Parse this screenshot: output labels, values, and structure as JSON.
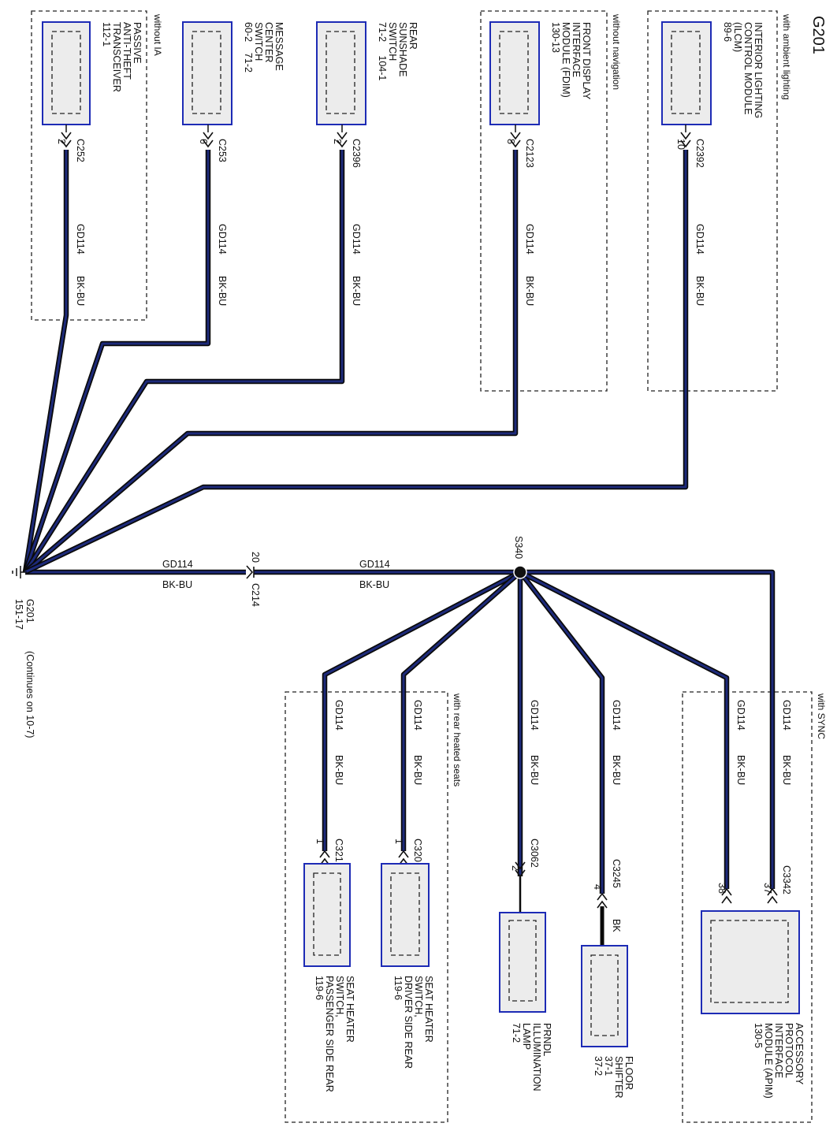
{
  "page_title": "G201",
  "colors": {
    "wire_core": "#1d2a7a",
    "wire_jacket": "#0a0a0a",
    "component_border": "#1d2bb5",
    "component_fill": "#ececec"
  },
  "ground": {
    "id": "G201",
    "ref": "151-17",
    "continues": "(Continues on 10-7)"
  },
  "splice": {
    "id": "S340"
  },
  "main_connector": {
    "id": "C214",
    "pin": "20"
  },
  "main_wire": {
    "left": {
      "circuit": "GD114",
      "color": "BK-BU"
    },
    "right": {
      "circuit": "GD114",
      "color": "BK-BU"
    }
  },
  "top_components": [
    {
      "name_lines": [
        "PASSIVE",
        "ANTI-THEFT",
        "TRANSCEIVER",
        "112-1"
      ],
      "connector": "C252",
      "pin": "2",
      "circuit": "GD114",
      "color": "BK-BU",
      "option": "without IA"
    },
    {
      "name_lines": [
        "MESSAGE",
        "CENTER",
        "SWITCH",
        "60-2    71-2"
      ],
      "connector": "C253",
      "pin": "6",
      "circuit": "GD114",
      "color": "BK-BU",
      "option": ""
    },
    {
      "name_lines": [
        "REAR",
        "SUNSHADE",
        "SWITCH",
        "71-2     104-1"
      ],
      "connector": "C2396",
      "pin": "2",
      "circuit": "GD114",
      "color": "BK-BU",
      "option": ""
    },
    {
      "name_lines": [
        "FRONT DISPLAY",
        "INTERFACE",
        "MODULE (FDIM)",
        "130-13"
      ],
      "connector": "C2123",
      "pin": "8",
      "circuit": "GD114",
      "color": "BK-BU",
      "option": "without navigation"
    },
    {
      "name_lines": [
        "INTERIOR LIGHTING",
        "CONTROL MODULE",
        "(ILCM)",
        "89-6"
      ],
      "connector": "C2392",
      "pin": "10",
      "circuit": "GD114",
      "color": "BK-BU",
      "option": "with ambient lighting"
    }
  ],
  "bottom_components": [
    {
      "name_lines": [
        "SEAT HEATER",
        "SWITCH,",
        "PASSENGER SIDE REAR",
        "119-6"
      ],
      "connector": "C321",
      "pin": "1",
      "circuit": "GD114",
      "color": "BK-BU"
    },
    {
      "name_lines": [
        "SEAT HEATER",
        "SWITCH,",
        "DRIVER SIDE REAR",
        "119-6"
      ],
      "connector": "C320",
      "pin": "1",
      "circuit": "GD114",
      "color": "BK-BU"
    },
    {
      "name_lines": [
        "PRNDL",
        "ILLUMINATION",
        "LAMP",
        "71-2"
      ],
      "connector": "C3062",
      "pin": "2",
      "circuit": "GD114",
      "color": "BK-BU"
    },
    {
      "name_lines": [
        "FLOOR",
        "SHIFTER",
        "37-1",
        "37-2"
      ],
      "connector": "C3245",
      "pin": "4",
      "circuit": "GD114",
      "color": "BK-BU",
      "short_color": "BK"
    },
    {
      "name_lines": [
        "ACCESSORY",
        "PROTOCOL",
        "INTERFACE",
        "MODULE (APIM)",
        "130-5"
      ],
      "connector": "C3342",
      "pin_a": "37",
      "pin_b": "38",
      "circuit": "GD114",
      "color": "BK-BU"
    }
  ],
  "bottom_options": {
    "rear_heated": "with rear heated seats",
    "sync": "with SYNC"
  }
}
